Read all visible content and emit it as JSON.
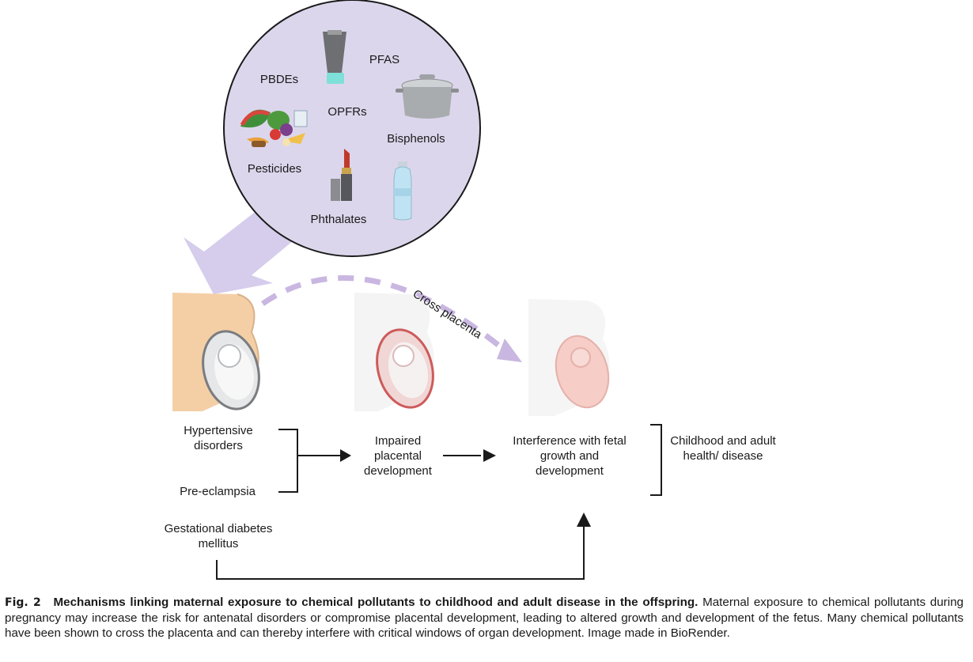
{
  "pollutants": {
    "pfas": "PFAS",
    "pbdes": "PBDEs",
    "opfrs": "OPFRs",
    "bisphenols": "Bisphenols",
    "pesticides": "Pesticides",
    "phthalates": "Phthalates"
  },
  "cross_placenta": "Cross placenta",
  "flow": {
    "hypertensive": "Hypertensive disorders",
    "preeclampsia": "Pre-eclampsia",
    "gestational": "Gestational diabetes mellitus",
    "impaired": "Impaired placental development",
    "interference": "Interference with fetal growth and development",
    "outcome": "Childhood and adult health/ disease"
  },
  "caption": {
    "fig_label": "Fig. 2",
    "title": "Mechanisms linking maternal exposure to chemical pollutants to childhood and adult disease in the offspring.",
    "body": "Maternal exposure to chemical pollutants during pregnancy may increase the risk for antenatal disorders or compromise placental development, leading to altered growth and development of the fetus. Many chemical pollutants have been shown to cross the placenta and can thereby interfere with critical windows of organ development. Image made in BioRender."
  },
  "colors": {
    "circle_fill": "#dcd6ec",
    "circle_stroke": "#1a1a1a",
    "arrow_lavender": "#d5cdeb",
    "dash_purple": "#c9b7e1",
    "skin": "#f4cfa6",
    "placenta_red": "#c84a4a",
    "fetus_pink": "#f6c8c2"
  },
  "icons": [
    "lotion-tube-icon",
    "cooking-pot-icon",
    "food-pile-icon",
    "lipstick-icon",
    "water-bottle-icon",
    "pregnant-belly-icon"
  ]
}
